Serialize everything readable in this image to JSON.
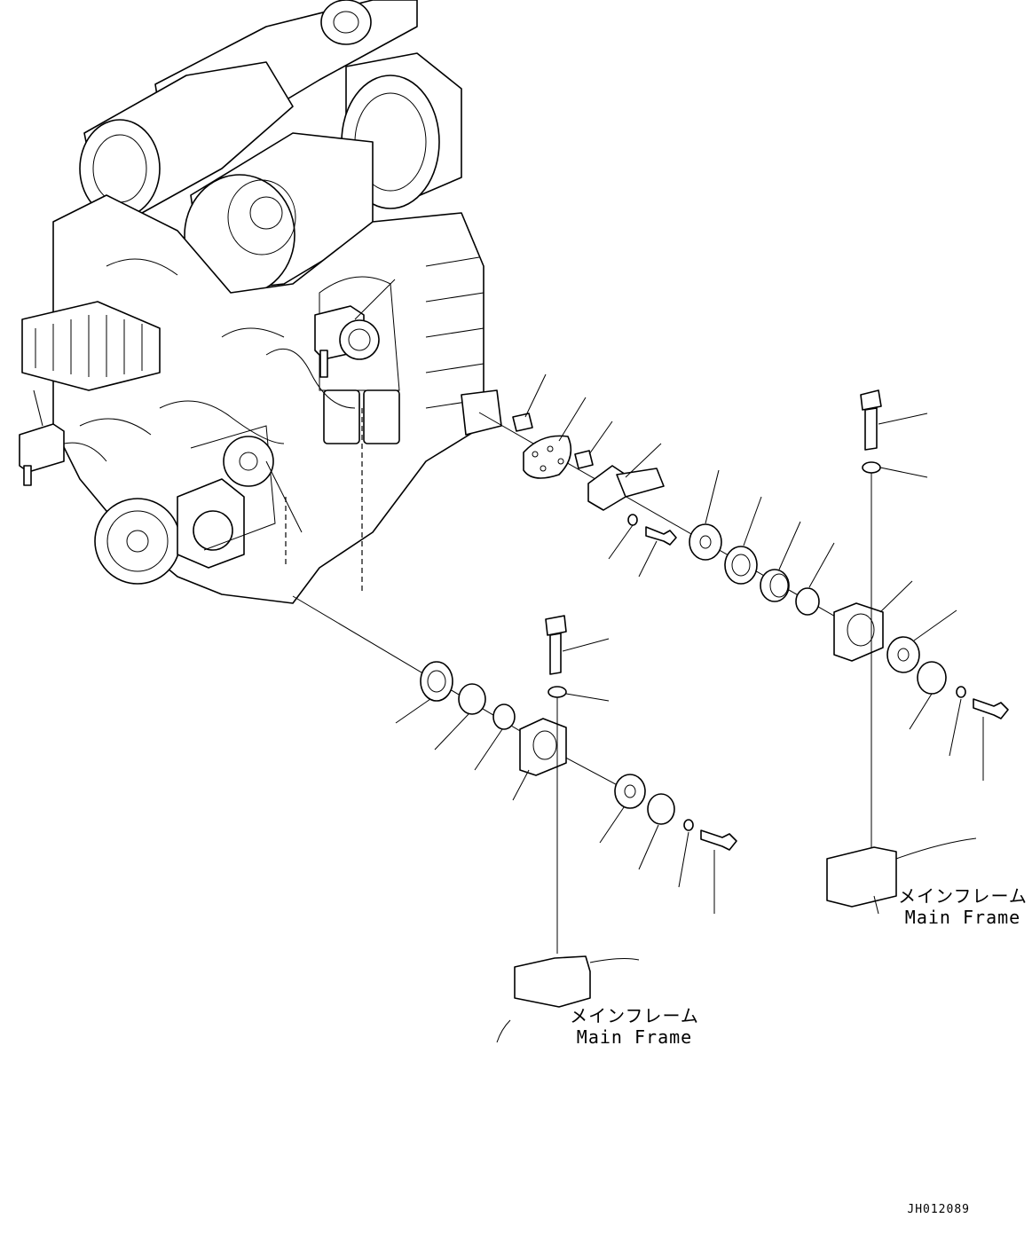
{
  "labels": {
    "frame_right_jp": "メインフレーム",
    "frame_right_en": "Main Frame",
    "frame_center_jp": "メインフレーム",
    "frame_center_en": "Main Frame"
  },
  "drawing_id": "JH012089"
}
